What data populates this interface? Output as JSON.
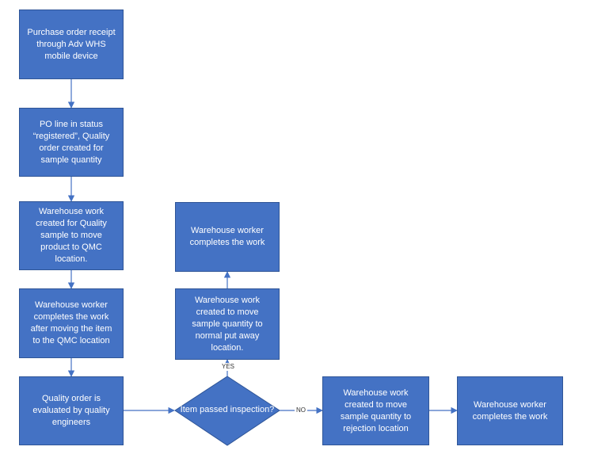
{
  "nodes": {
    "po_receipt": "Purchase order receipt through Adv WHS mobile device",
    "po_line_registered": "PO line in status “registered”, Quality order created for sample quantity",
    "work_created_qmc": "Warehouse work created for Quality sample to move product to QMC location.",
    "worker_completes_qmc": "Warehouse worker completes the work after moving the item to the QMC location",
    "quality_evaluated": "Quality order is evaluated by quality engineers",
    "decision": "Item passed inspection?",
    "work_created_putaway": "Warehouse work created to move sample quantity to normal put away location.",
    "worker_completes_putaway": "Warehouse worker completes the work",
    "work_created_rejection": "Warehouse work created to move sample quantity to rejection location",
    "worker_completes_rejection": "Warehouse worker completes the work"
  },
  "edge_labels": {
    "yes": "YES",
    "no": "NO"
  },
  "colors": {
    "box_fill": "#4472c4",
    "box_border": "#2f5597",
    "connector": "#4472c4"
  }
}
